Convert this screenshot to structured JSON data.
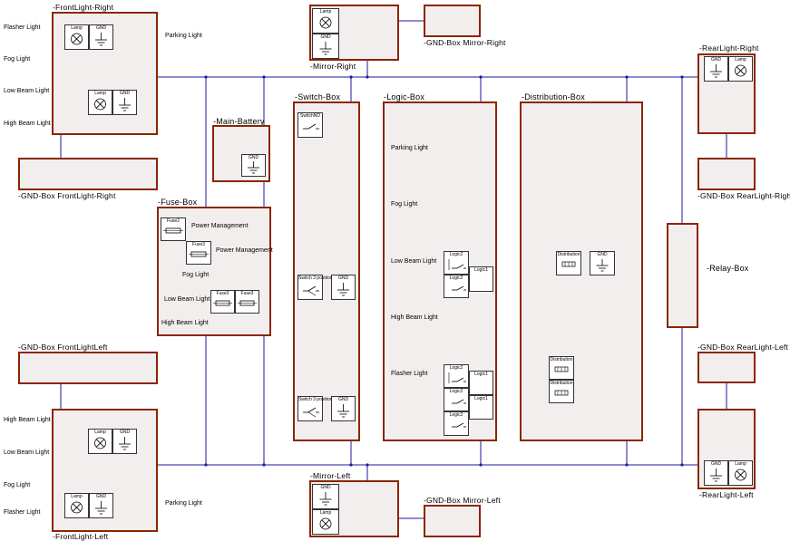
{
  "boxes": {
    "frontlight_right": {
      "title": "-FrontLight-Right",
      "labels": [
        "Flasher Light",
        "Fog Light",
        "Low Beam Light",
        "High Beam Light",
        "Parking Light"
      ]
    },
    "gnd_frontlight_right": {
      "title": "-GND-Box FrontLight-Right"
    },
    "mirror_right": {
      "title": "-Mirror-Right"
    },
    "gnd_mirror_right": {
      "title": "-GND-Box Mirror-Right"
    },
    "main_battery": {
      "title": "-Main-Battery"
    },
    "fuse_box": {
      "title": "-Fuse-Box",
      "labels": [
        "Power Management",
        "Power Management",
        "Fog Light",
        "Low Beam Light",
        "High Beam Light"
      ]
    },
    "switch_box": {
      "title": "-Switch-Box"
    },
    "logic_box": {
      "title": "-Logic-Box",
      "labels": [
        "Parking Light",
        "Fog Light",
        "Low Beam Light",
        "High Beam Light",
        "Flasher Light"
      ]
    },
    "distribution_box": {
      "title": "-Distribution-Box"
    },
    "rearlight_right": {
      "title": "-RearLight-Right"
    },
    "gnd_rearlight_right": {
      "title": "-GND-Box RearLight-Right"
    },
    "relay_box": {
      "title": "-Relay-Box"
    },
    "gnd_frontlight_left": {
      "title": "-GND-Box FrontLightLeft"
    },
    "frontlight_left": {
      "title": "-FrontLight-Left",
      "labels": [
        "High Beam Light",
        "Low Beam Light",
        "Fog Light",
        "Flasher Light",
        "Parking Light"
      ]
    },
    "mirror_left": {
      "title": "-Mirror-Left"
    },
    "gnd_mirror_left": {
      "title": "-GND-Box Mirror-Left"
    },
    "gnd_rearlight_left": {
      "title": "-GND-Box RearLight-Left"
    },
    "rearlight_left": {
      "title": "-RearLight-Left"
    }
  },
  "components": {
    "lamp": "Lamp",
    "gnd": "GND",
    "fuse2": "Fuse2",
    "fuse3": "Fuse3",
    "switchnd": "SwitchND",
    "switch3": "Switch 3 position",
    "logic": "Logic1",
    "logic2": "Logic2",
    "distribution": "Distribution"
  },
  "colors": {
    "box_border": "#8b2500",
    "box_fill": "#f3eeee",
    "wire": "#1a1aa0"
  }
}
